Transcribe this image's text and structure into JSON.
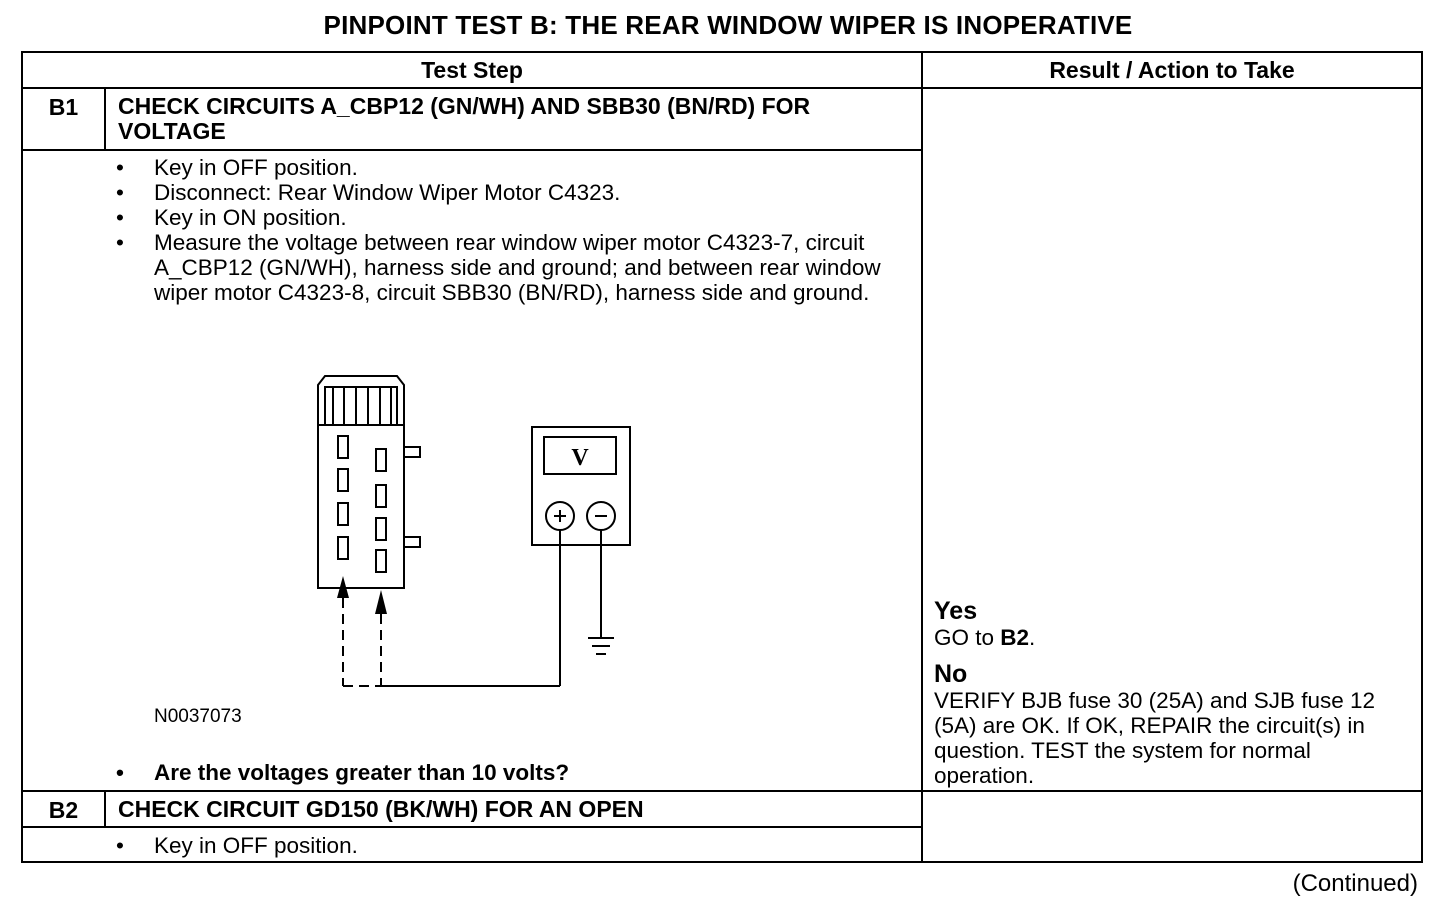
{
  "title": "PINPOINT TEST B: THE REAR WINDOW WIPER IS INOPERATIVE",
  "table": {
    "headers": {
      "test_step": "Test Step",
      "result": "Result / Action to Take"
    },
    "b1": {
      "id": "B1",
      "title": "CHECK CIRCUITS A_CBP12 (GN/WH) AND SBB30 (BN/RD) FOR VOLTAGE",
      "bullets": [
        "Key in OFF position.",
        "Disconnect: Rear Window Wiper Motor C4323.",
        "Key in ON position.",
        "Measure the voltage between rear window wiper motor C4323-7, circuit A_CBP12 (GN/WH), harness side and ground; and between rear window wiper motor C4323-8, circuit SBB30 (BN/RD),  harness side and ground."
      ],
      "figure": {
        "meter_label": "V",
        "plus": "+",
        "minus": "−",
        "id": "N0037073"
      },
      "question": "Are the voltages greater than 10 volts?",
      "result": {
        "yes_heading": "Yes",
        "yes_text": "GO to ",
        "yes_link": "B2",
        "yes_end": ".",
        "no_heading": "No",
        "no_text": "VERIFY BJB fuse 30 (25A) and SJB fuse 12 (5A) are OK. If OK, REPAIR the circuit(s) in question. TEST the system for normal operation."
      }
    },
    "b2": {
      "id": "B2",
      "title": "CHECK CIRCUIT GD150 (BK/WH) FOR AN OPEN",
      "bullets": [
        "Key in OFF position."
      ]
    }
  },
  "footer": {
    "continued": "(Continued)"
  }
}
